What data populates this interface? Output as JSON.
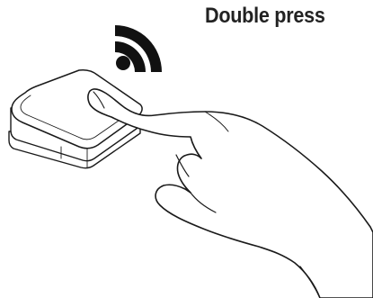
{
  "instruction": {
    "title": "Double press"
  },
  "icons": {
    "signal": "wireless-signal-icon",
    "device": "square-button-device",
    "hand": "pressing-finger-hand"
  },
  "colors": {
    "text": "#222222",
    "stroke": "#1a1a1a",
    "fill": "#ffffff"
  }
}
